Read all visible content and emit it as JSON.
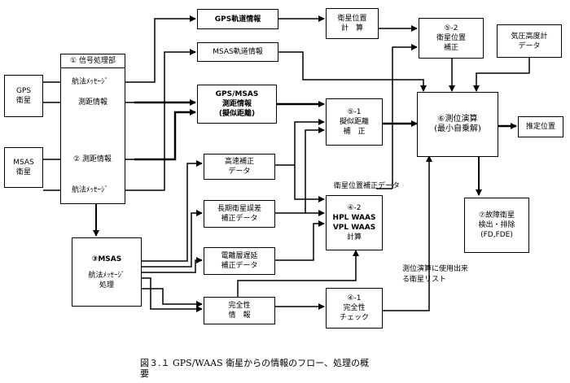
{
  "boxes": {
    "gps_sat": [
      "GPS",
      "衛星"
    ],
    "msas_sat": [
      "MSAS",
      "衛星"
    ],
    "gps_orbit": [
      "GPS軌道情報"
    ],
    "msas_orbit": [
      "MSAS軌道情報"
    ],
    "range_info": [
      "GPS/MSAS",
      "測距情報",
      "(擬似距離)"
    ],
    "fast_corr": [
      "高速補正",
      "データ"
    ],
    "long_corr": [
      "長期衛星誤差",
      "補正データ"
    ],
    "iono_corr": [
      "電離層遅延",
      "補正データ"
    ],
    "integrity": [
      "完全性",
      "情　報"
    ],
    "sat_pos": [
      "衛星位置",
      "計　算"
    ],
    "sat_pos_corr": [
      "⑤-2",
      "衛星位置",
      "補正"
    ],
    "baro": [
      "気圧高度計",
      "データ"
    ],
    "pr_corr": [
      "⑤-1",
      "擬似距離",
      "補　正"
    ],
    "hpl": [
      "④-2",
      "HPL WAAS",
      "VPL WAAS",
      "計算"
    ],
    "integrity_chk": [
      "④-1",
      "完全性",
      "チェック"
    ],
    "positioning": [
      "⑥測位演算",
      "(最小自乗解)"
    ],
    "est_pos": [
      "推定位置"
    ],
    "fde": [
      "⑦故障衛星",
      "検出・排除",
      "(FD,FDE)"
    ],
    "msas_proc": [
      "③MSAS",
      "航法ﾒｯｾｰｼﾞ",
      "処理"
    ]
  },
  "signal_unit": {
    "title": "① 信号処理部",
    "nav_msg_1": "航法ﾒｯｾｰｼﾞ",
    "range_1": "測距情報",
    "range_2": "② 測距情報",
    "nav_msg_2": "航法ﾒｯｾｰｼﾞ"
  },
  "labels": {
    "sat_pos_corr_data": "衛星位置補正データ",
    "sat_list_1": "測位演算に使用出来",
    "sat_list_2": "る衛星リスト"
  },
  "caption": {
    "line1": "図３.１ GPS/WAAS 衛星からの情報のフロー、処理の概",
    "line2": "要"
  }
}
